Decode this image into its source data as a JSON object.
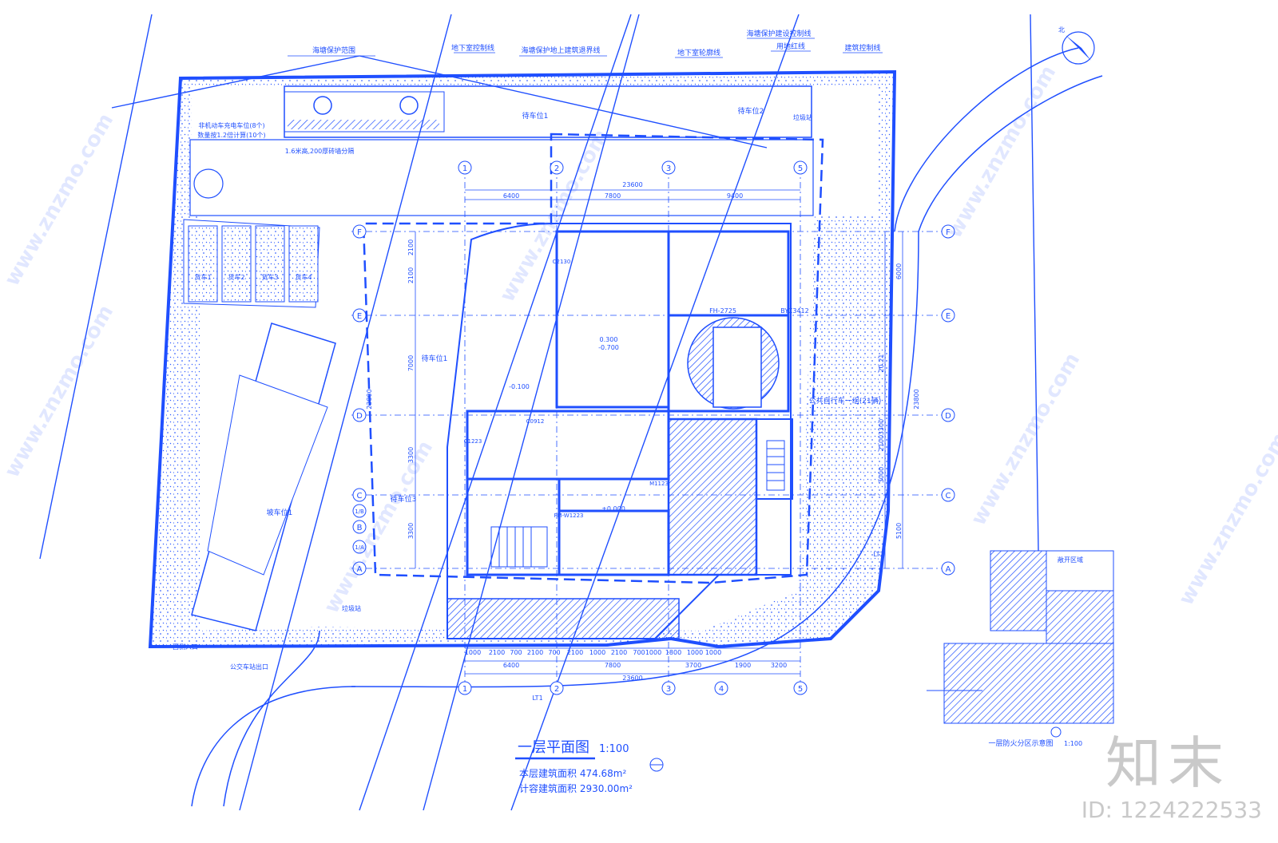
{
  "drawing": {
    "title": "一层平面图",
    "scale": "1:100",
    "area_line": "本层建筑面积 474.68m²",
    "total_line": "计容建筑面积 2930.00m²",
    "compass_label": "北"
  },
  "callouts": {
    "protect_range": "海塘保护范围",
    "basement_line": "地下室控制线",
    "above_line": "海塘保护地上建筑退界线",
    "basement_outline": "地下室轮廓线",
    "build_line": "海塘保护建设控制线",
    "red_line": "用地红线",
    "ctrl_line": "建筑控制线"
  },
  "labels": {
    "parking1": "待车位1",
    "parking2": "待车位2",
    "parking3": "待车位3",
    "bike_note": "非机动车充电车位(8个)",
    "bike_note2": "数量按1.2倍计算(10个)",
    "wall_note": "1.6米高,200厚砖墙分隔",
    "car_stalls": [
      "货车1",
      "货车2",
      "货车3",
      "货车4"
    ],
    "ramp": "坡车位1",
    "bus": "公共自行车一组(21辆)",
    "entrance1": "西侧入口",
    "entrance2": "公交车站出口",
    "trash": "垃圾站",
    "fire_legend": "一层防火分区示意图",
    "fire_scale": "1:100",
    "fire_zone": "敞开区域",
    "seal": "LT1",
    "seal2": "LT2"
  },
  "axes": {
    "cols": [
      "1",
      "2",
      "3",
      "4",
      "5"
    ],
    "rows": [
      "A",
      "B",
      "C",
      "D",
      "E",
      "F"
    ],
    "row_sub": [
      "1/A",
      "1/B"
    ],
    "dims_top": [
      "6400",
      "7800",
      "9400"
    ],
    "dim_total": "23600",
    "dims_bottom": [
      "1000",
      "2100",
      "700",
      "2100",
      "700",
      "2100",
      "1000",
      "2100",
      "700",
      "1000",
      "1800",
      "1000",
      "1000",
      "1900",
      "3200",
      "3700"
    ],
    "dims_bottom2": [
      "6400",
      "7800",
      "3700",
      "1900",
      "3200"
    ],
    "dims_left": [
      "2100",
      "2100",
      "7000",
      "3300",
      "3300",
      "23800"
    ],
    "dims_right": [
      "6000",
      "20.21",
      "3300",
      "2100",
      "3000",
      "5100",
      "23800"
    ]
  },
  "rooms": {
    "r1": "-0.100",
    "r2": "±0.000",
    "r3": "0.300",
    "r4": "-0.700",
    "r5": "FH-2725",
    "r6": "BYC3412",
    "r7": "C2130",
    "r8": "C0912",
    "r9": "FM-W1223",
    "r10": "M1123",
    "r11": "C1223"
  },
  "watermark": {
    "text": "www.znzmo.com",
    "brand": "知末",
    "id": "ID: 1224222533"
  }
}
